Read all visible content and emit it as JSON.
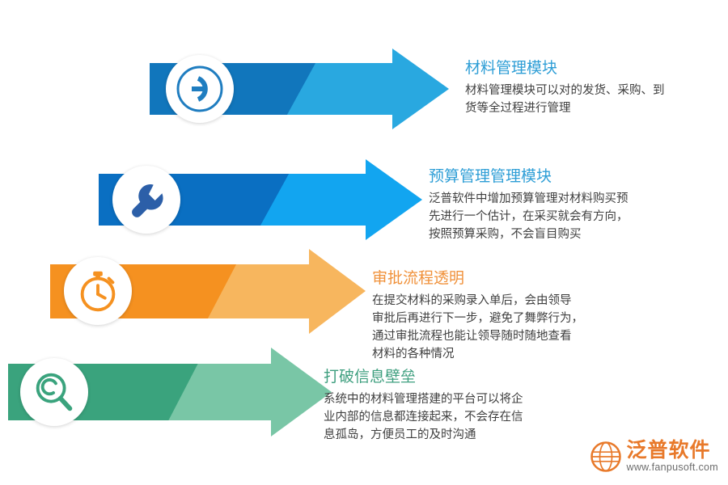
{
  "page": {
    "background": "#ffffff"
  },
  "items": [
    {
      "id": "material-management",
      "icon": "play-circle-icon",
      "title": "材料管理模块",
      "body": "材料管理模块可以对的发货、采购、到\n货等全过程进行管理",
      "title_color": "#2e9ed6",
      "color_dark": "#1176bc",
      "color_mid": "#2e9ed6",
      "color_light": "#29a8e0",
      "icon_color": "#1f7dc0"
    },
    {
      "id": "budget-management",
      "icon": "wrench-icon",
      "title": "预算管理管理模块",
      "body": "泛普软件中增加预算管理对材料购买预\n先进行一个估计，在采买就会有方向，\n按照预算采购，不会盲目购买",
      "title_color": "#2e9ed6",
      "color_dark": "#0a6fc2",
      "color_mid": "#1b86d6",
      "color_light": "#12a5f0",
      "icon_color": "#2c5fa8"
    },
    {
      "id": "approval-transparent",
      "icon": "stopwatch-icon",
      "title": "审批流程透明",
      "body": "在提交材料的采购录入单后，会由领导\n审批后再进行下一步，避免了舞弊行为，\n通过审批流程也能让领导随时随地查看\n材料的各种情况",
      "title_color": "#f0913a",
      "color_dark": "#f59120",
      "color_mid": "#f9a941",
      "color_light": "#f7b65e",
      "icon_color": "#f59120"
    },
    {
      "id": "break-info-barrier",
      "icon": "search-icon",
      "title": "打破信息壁垒",
      "body": "系统中的材料管理搭建的平台可以将企\n业内部的信息都连接起来，不会存在信\n息孤岛，方便员工的及时沟通",
      "title_color": "#3f9f7f",
      "color_dark": "#3aa37d",
      "color_mid": "#5cb894",
      "color_light": "#79c6a6",
      "icon_color": "#3aa37d"
    }
  ],
  "logo": {
    "name": "泛普软件",
    "url": "www.fanpusoft.com",
    "mark": "globe-icon",
    "color": "#e8792a"
  }
}
